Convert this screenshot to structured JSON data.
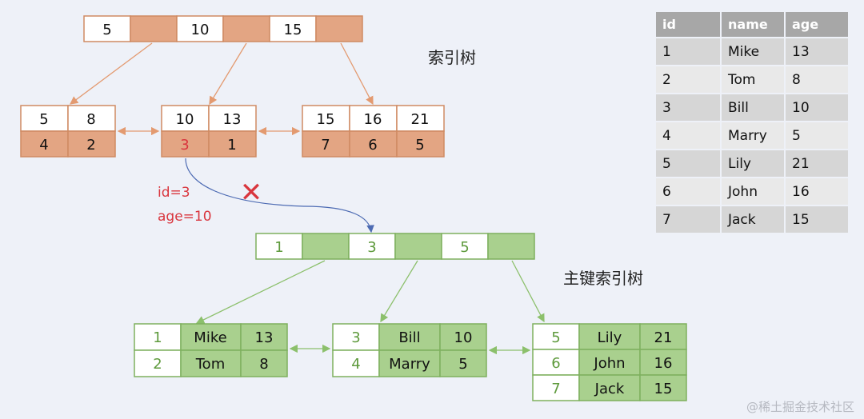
{
  "index_tree": {
    "label": "索引树",
    "root_keys": [
      "5",
      "10",
      "15"
    ],
    "leaves": [
      {
        "keys": [
          "5",
          "8"
        ],
        "ids": [
          "4",
          "2"
        ]
      },
      {
        "keys": [
          "10",
          "13"
        ],
        "ids": [
          "3",
          "1"
        ]
      },
      {
        "keys": [
          "15",
          "16",
          "21"
        ],
        "ids": [
          "7",
          "6",
          "5"
        ]
      }
    ]
  },
  "lookup": {
    "line1": "id=3",
    "line2": "age=10",
    "mark": "✕"
  },
  "primary_tree": {
    "label": "主键索引树",
    "root_keys": [
      "1",
      "3",
      "5"
    ],
    "leaves": [
      {
        "rows": [
          [
            "1",
            "Mike",
            "13"
          ],
          [
            "2",
            "Tom",
            "8"
          ]
        ]
      },
      {
        "rows": [
          [
            "3",
            "Bill",
            "10"
          ],
          [
            "4",
            "Marry",
            "5"
          ]
        ]
      },
      {
        "rows": [
          [
            "5",
            "Lily",
            "21"
          ],
          [
            "6",
            "John",
            "16"
          ],
          [
            "7",
            "Jack",
            "15"
          ]
        ]
      }
    ]
  },
  "table": {
    "headers": [
      "id",
      "name",
      "age"
    ],
    "rows": [
      [
        "1",
        "Mike",
        "13"
      ],
      [
        "2",
        "Tom",
        "8"
      ],
      [
        "3",
        "Bill",
        "10"
      ],
      [
        "4",
        "Marry",
        "5"
      ],
      [
        "5",
        "Lily",
        "21"
      ],
      [
        "6",
        "John",
        "16"
      ],
      [
        "7",
        "Jack",
        "15"
      ]
    ]
  },
  "watermark": "@稀土掘金技术社区",
  "colors": {
    "orange_fill": "#e3a583",
    "orange_border": "#cf8a62",
    "green_fill": "#a9d08e",
    "green_border": "#7eb05e",
    "red_text": "#d9363e",
    "blue_arrow": "#4d6bb3"
  }
}
